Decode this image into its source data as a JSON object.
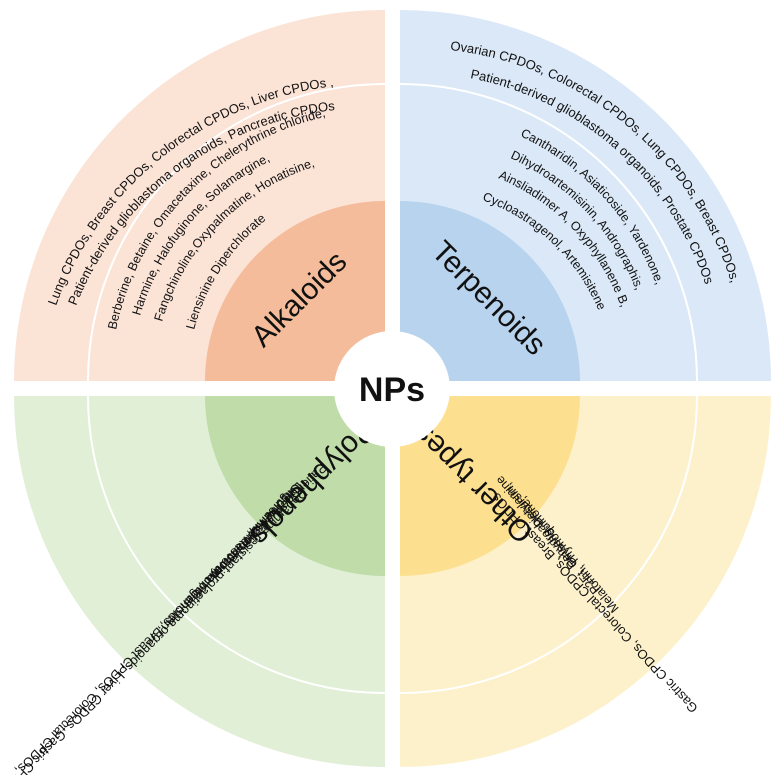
{
  "center": {
    "label": "NPs"
  },
  "colors": {
    "alkaloids": {
      "outer": "#fbe3d6",
      "inner": "#f4bc9a"
    },
    "terpenoids": {
      "outer": "#dae8f7",
      "inner": "#b7d3ee"
    },
    "other_types": {
      "outer": "#fdf1cc",
      "inner": "#fde08f"
    },
    "polyphenols": {
      "outer": "#e0efd6",
      "inner": "#bfdca9"
    },
    "ring_line": "#ffffff"
  },
  "quadrants": {
    "alkaloids": {
      "label": "Alkaloids",
      "compounds": [
        "Berberine, Betaine, Omacetaxine, Chelerythrine chloride,",
        "Harmine, Halofuginone, Solamargine,",
        "Fangchinoline,Oxypalmatine, Honatisine,",
        "Liensinine Diperchlorate"
      ],
      "organoids": [
        "Lung CPDOs, Breast CPDOs, Colorectal CPDOs, Liver CPDOs ,",
        "Patient-derived glioblastoma organoids, Pancreatic CPDOs"
      ]
    },
    "terpenoids": {
      "label": "Terpenoids",
      "compounds": [
        "Cantharidin, Asiaticoside, Yardenone,",
        "Dihydroartemisinin, Andrographis,",
        "Ainsliadimer A, Oxyphyllanene B,",
        "Cycloastragenol, Artemisitene"
      ],
      "organoids": [
        "Ovarian CPDOs, Colorectal CPDOs, Lung CPDOs, Breast CPDOs,",
        "Patient-derived glioblastoma organoids, Prostate CPDOs"
      ]
    },
    "other_types": {
      "label": "Other types",
      "compounds": [
        "Melatonin, Thymoquinone,",
        "P2Et, Ginseng, Decursin,",
        "Dehydroabietylamine"
      ],
      "organoids": [
        "Gastric CPDOs, Colorectal CPDOs, Breast CPDOs"
      ]
    },
    "polyphenols": {
      "label": "Polyphenols",
      "compounds": [
        "Curcumin, Resveratrol, Genistein,",
        "Oligomeric proanthocyanidins,",
        "Luteolin, Fisetin, Icariin"
      ],
      "organoids": [
        "Dopamine-resistant prolactinoma organoids, Liver CPDOs, Gastric CPDOs",
        "Patient-derived glioblastoma organoids, Breast CPDOs, Colorectal CPDOs,"
      ]
    }
  }
}
